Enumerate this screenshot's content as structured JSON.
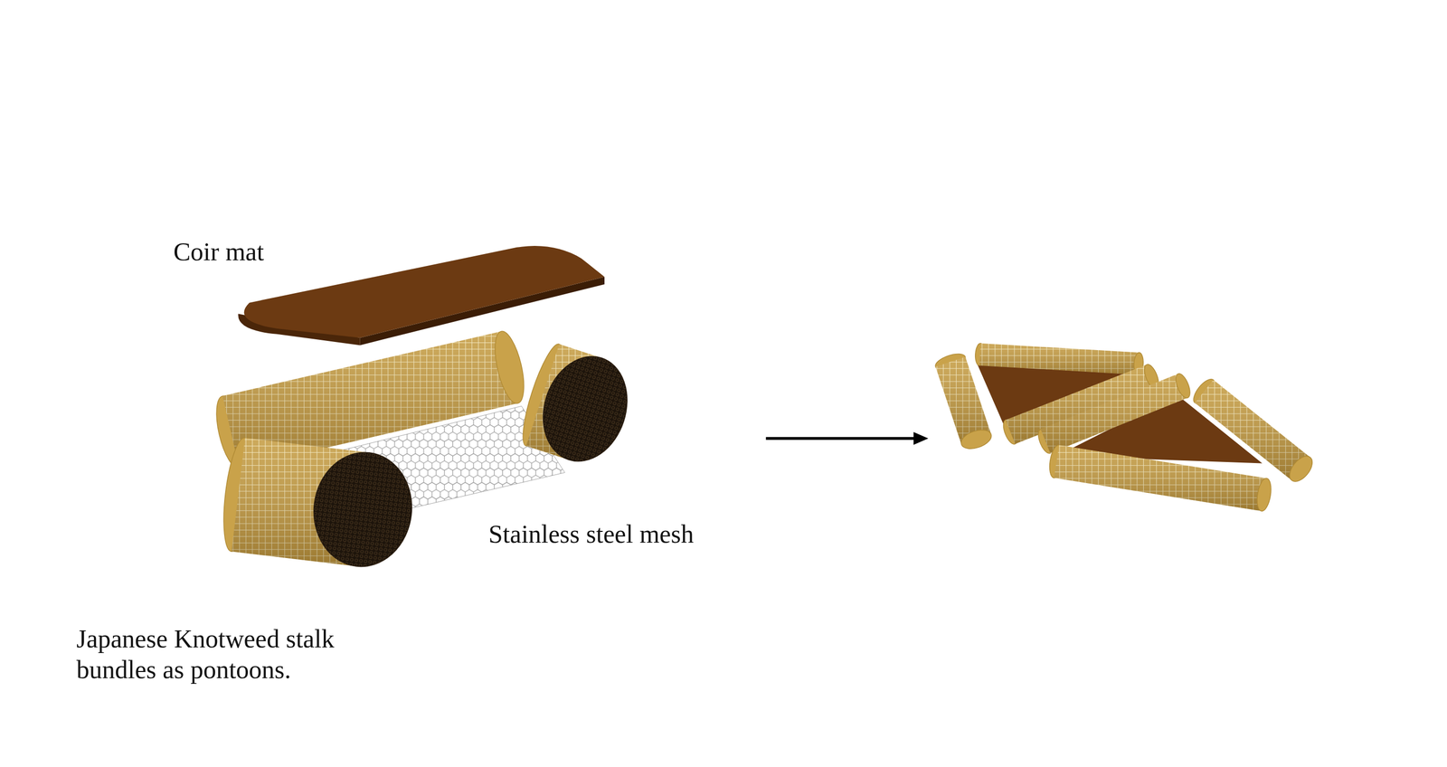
{
  "diagram": {
    "labels": [
      "Coir mat",
      "Stainless steel mesh",
      "Japanese Knotweed stalk bundles as pontoons."
    ]
  }
}
